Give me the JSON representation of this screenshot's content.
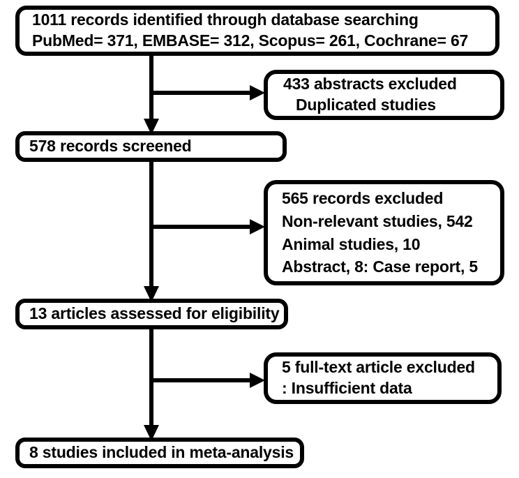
{
  "diagram": {
    "type": "prisma-flow-diagram",
    "title": "",
    "colors": {
      "background": "#ffffff",
      "stroke": "#000000",
      "text": "#000000"
    },
    "boxes": {
      "identified": {
        "name": "records-identified",
        "lines": [
          "1011 records identified through database searching",
          "PubMed= 371, EMBASE= 312, Scopus= 261, Cochrane= 67"
        ],
        "counts": {
          "total": 1011,
          "PubMed": 371,
          "EMBASE": 312,
          "Scopus": 261,
          "Cochrane": 67
        }
      },
      "abstracts_excluded": {
        "name": "abstracts-excluded",
        "lines": [
          "433 abstracts excluded",
          "Duplicated studies"
        ],
        "counts": {
          "excluded": 433
        }
      },
      "screened": {
        "name": "records-screened",
        "lines": [
          "578 records screened"
        ],
        "counts": {
          "screened": 578
        }
      },
      "records_excluded": {
        "name": "records-excluded",
        "lines": [
          "565 records excluded",
          "Non-relevant studies, 542",
          "Animal studies, 10",
          "Abstract, 8: Case report, 5"
        ],
        "counts": {
          "excluded": 565,
          "non_relevant": 542,
          "animal": 10,
          "abstract": 8,
          "case_report": 5
        }
      },
      "assessed": {
        "name": "articles-assessed",
        "lines": [
          "13 articles assessed for eligibility"
        ],
        "counts": {
          "assessed": 13
        }
      },
      "fulltext_excluded": {
        "name": "fulltext-articles-excluded",
        "lines": [
          "5 full-text article excluded",
          ": Insufficient data"
        ],
        "counts": {
          "excluded": 5
        }
      },
      "included": {
        "name": "studies-included",
        "lines": [
          "8 studies included in meta-analysis"
        ],
        "counts": {
          "included": 8
        }
      }
    }
  }
}
